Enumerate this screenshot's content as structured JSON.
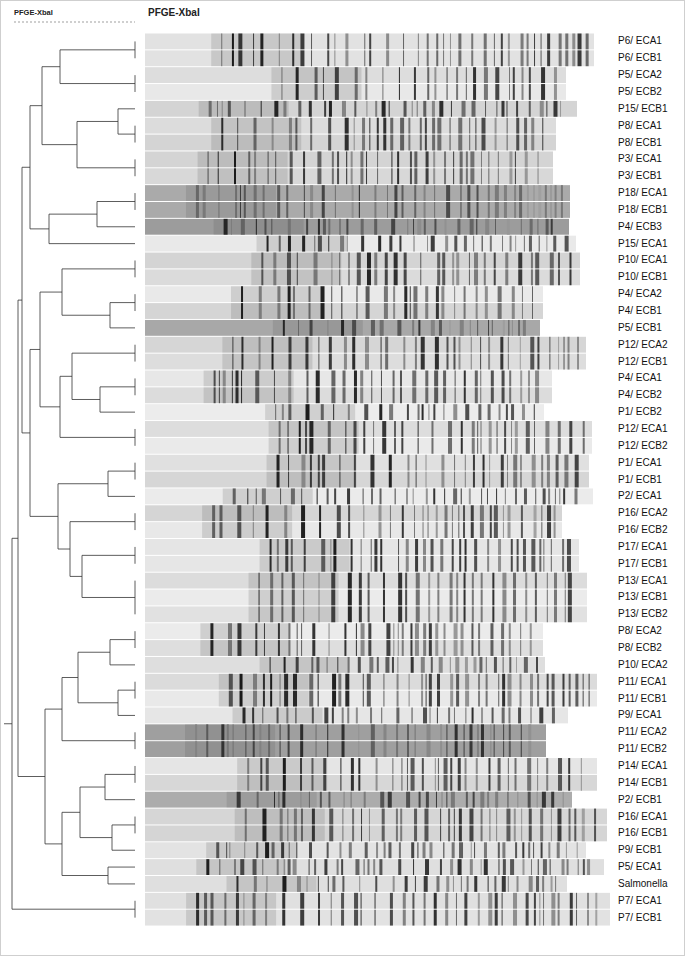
{
  "diagram": {
    "labels": [
      "PFGE-XbaI",
      "PFGE-XbaI",
      "P6/ ECA1",
      "P6/ ECB1",
      "P5/ ECA2",
      "P5/ ECB2",
      "P15/ ECB1",
      "P8/ ECA1",
      "P8/ ECB1",
      "P3/ ECA1",
      "P3/ ECB1",
      "P18/ ECA1",
      "P18/ ECB1",
      "P4/ ECB3",
      "P15/ ECA1",
      "P10/ ECA1",
      "P10/ ECB1",
      "P4/ ECA2",
      "P4/ ECB1",
      "P5/ ECB1",
      "P12/ ECA2",
      "P12/ ECB1",
      "P4/ ECA1",
      "P4/ ECB2",
      "P1/ ECB2",
      "P12/ ECA1",
      "P12/ ECB2",
      "P1/ ECA1",
      "P1/ ECB1",
      "P2/ ECA1",
      "P16/ ECA2",
      "P16/ ECB2",
      "P17/ ECA1",
      "P17/ ECB1",
      "P13/ ECA1",
      "P13/ ECB1",
      "P13/ ECB2",
      "P8/ ECA2",
      "P8/ ECB2",
      "P10/ ECA2",
      "P11/ ECA1",
      "P11/ ECB1",
      "P9/ ECA1",
      "P11/ ECA2",
      "P11/ ECB2",
      "P14/ ECA1",
      "P14/ ECB1",
      "P2/ ECB1",
      "P16/ ECA1",
      "P16/ ECB1",
      "P9/ ECB1",
      "P5/ ECA1",
      "Salmonella",
      "P7/ ECA1",
      "P7/ ECB1"
    ]
  }
}
